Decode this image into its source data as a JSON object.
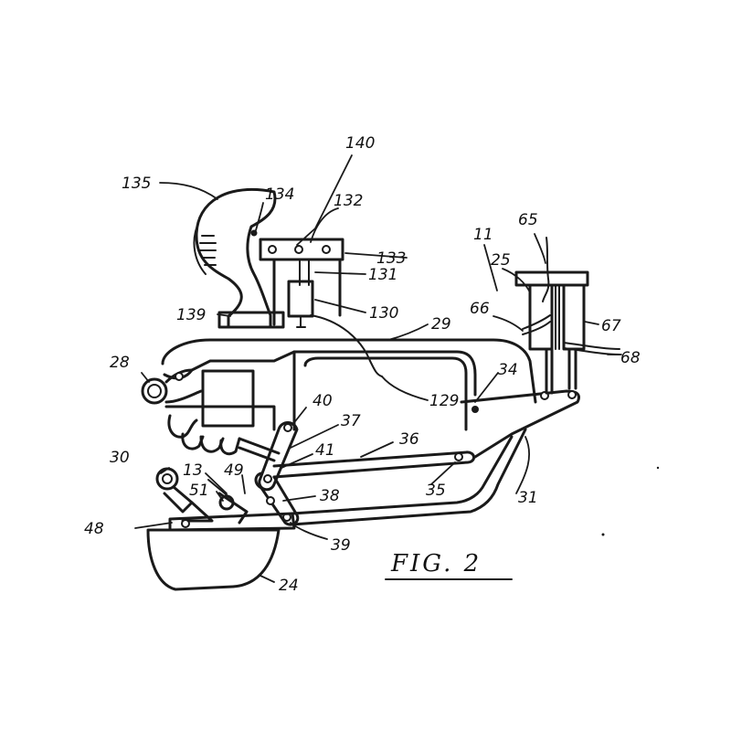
{
  "figure": {
    "caption": "FIG. 2"
  },
  "refs": {
    "r11": "11",
    "r13": "13",
    "r24": "24",
    "r25": "25",
    "r28": "28",
    "r29": "29",
    "r30": "30",
    "r31": "31",
    "r34": "34",
    "r35": "35",
    "r36": "36",
    "r37": "37",
    "r38": "38",
    "r39": "39",
    "r40": "40",
    "r41": "41",
    "r48": "48",
    "r49": "49",
    "r51": "51",
    "r65": "65",
    "r66": "66",
    "r67": "67",
    "r68": "68",
    "r129": "129",
    "r130": "130",
    "r131": "131",
    "r132": "132",
    "r133": "133",
    "r134": "134",
    "r135": "135",
    "r139": "139",
    "r140": "140"
  }
}
